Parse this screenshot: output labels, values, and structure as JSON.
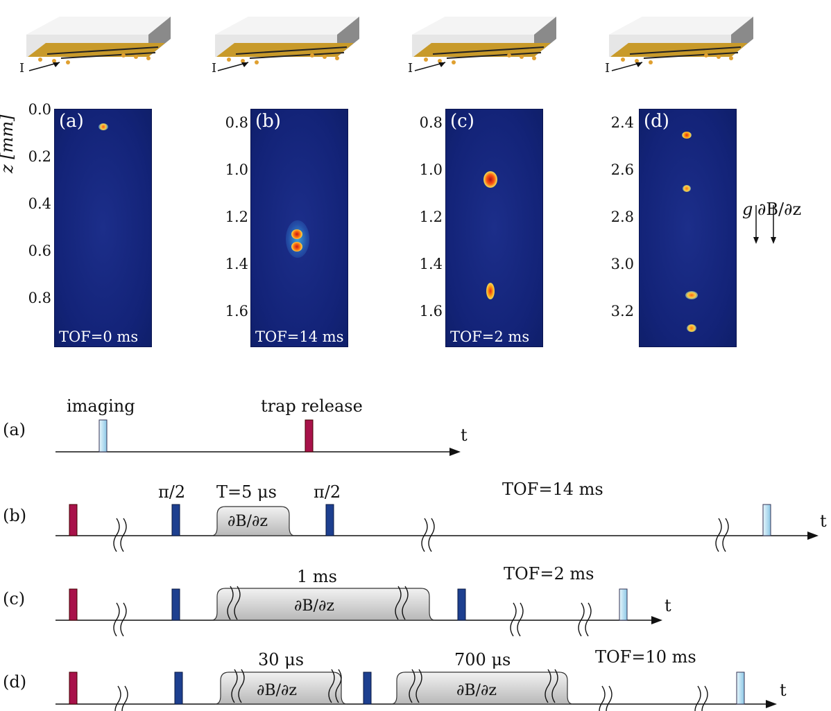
{
  "chip_label": "I",
  "z_axis_label": "z [mm]",
  "panels": [
    {
      "letter": "(a)",
      "tof": "TOF=0 ms",
      "ticks": [
        "0.0",
        "0.2",
        "0.4",
        "0.6",
        "0.8"
      ]
    },
    {
      "letter": "(b)",
      "tof": "TOF=14 ms",
      "ticks": [
        "0.8",
        "1.0",
        "1.2",
        "1.4",
        "1.6"
      ]
    },
    {
      "letter": "(c)",
      "tof": "TOF=2 ms",
      "ticks": [
        "0.8",
        "1.0",
        "1.2",
        "1.4",
        "1.6"
      ]
    },
    {
      "letter": "(d)",
      "tof": "",
      "ticks": [
        "2.4",
        "2.6",
        "2.8",
        "3.0",
        "3.2"
      ]
    }
  ],
  "arrows": {
    "gravity": "g",
    "gradient": "∂B/∂z"
  },
  "sequences": {
    "a": {
      "letter": "(a)",
      "imaging": "imaging",
      "trap_release": "trap release",
      "axis": "t"
    },
    "b": {
      "letter": "(b)",
      "pi_half_1": "π/2",
      "T": "T=5 μs",
      "pi_half_2": "π/2",
      "gradient": "∂B/∂z",
      "tof": "TOF=14 ms",
      "axis": "t"
    },
    "c": {
      "letter": "(c)",
      "duration": "1 ms",
      "gradient": "∂B/∂z",
      "tof": "TOF=2 ms",
      "axis": "t"
    },
    "d": {
      "letter": "(d)",
      "duration_1": "30 μs",
      "gradient_1": "∂B/∂z",
      "duration_2": "700 μs",
      "gradient_2": "∂B/∂z",
      "tof": "TOF=10 ms",
      "axis": "t"
    }
  },
  "colors": {
    "release_pulse": "#a8124a",
    "pi_pulse": "#1d3f8f",
    "imaging_pulse": "#bfe3f4",
    "gradient_box": "#cccccc"
  }
}
